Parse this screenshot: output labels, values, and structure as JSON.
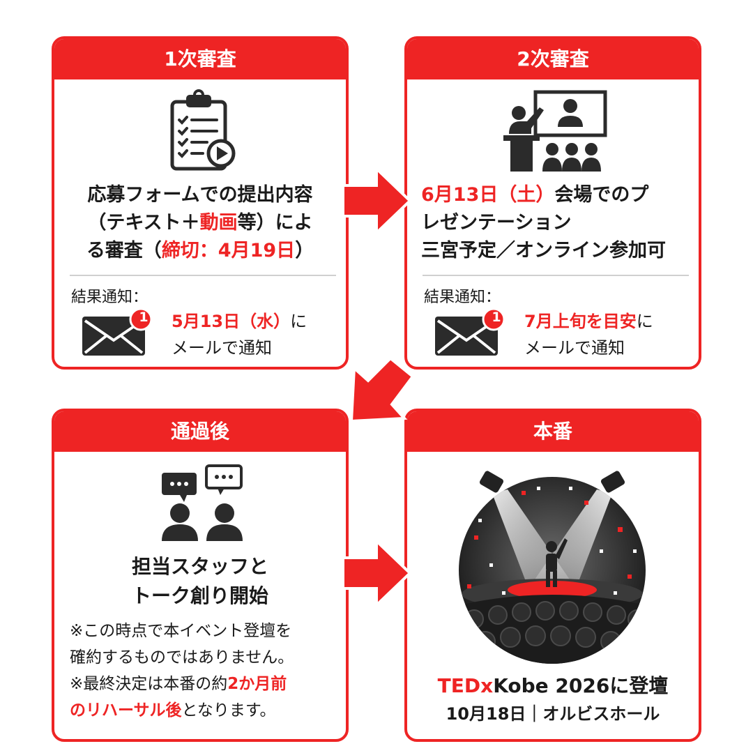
{
  "colors": {
    "accent": "#ee2424",
    "icon": "#2b2b2b",
    "divider": "#cfcfcf"
  },
  "step1": {
    "title": "1次審査",
    "icon": "clipboard-video-icon",
    "line1": "応募フォームでの提出内容",
    "line2_pre": "（テキスト＋",
    "line2_red": "動画",
    "line2_post": "等）によ",
    "line3_pre": "る審査（",
    "line3_red": "締切：4月19日",
    "line3_post": "）",
    "notice_label": "結果通知：",
    "mail_icon": "mail-badge-icon",
    "badge": "1",
    "notice_red": "5月13日（水）",
    "notice_post": "に",
    "notice_line2": "メールで通知"
  },
  "step2": {
    "title": "2次審査",
    "icon": "presentation-icon",
    "line1_red": "6月13日（土）",
    "line1_post": "会場でのプ",
    "line2": "レゼンテーション",
    "line3": "三宮予定／オンライン参加可",
    "notice_label": "結果通知：",
    "mail_icon": "mail-badge-icon",
    "badge": "1",
    "notice_red": "7月上旬を目安",
    "notice_post": "に",
    "notice_line2": "メールで通知"
  },
  "step3": {
    "title": "通過後",
    "icon": "chat-people-icon",
    "line1": "担当スタッフと",
    "line2": "トーク創り開始",
    "note1": "※この時点で本イベント登壇を",
    "note2": "確約するものではありません。",
    "note3_pre": "※最終決定は本番の約",
    "note3_red": "2か月前",
    "note4_red": "のリハーサル後",
    "note4_post": "となります。"
  },
  "step4": {
    "title": "本番",
    "icon": "stage-spotlight-icon",
    "event_red": "TEDx",
    "event_rest": "Kobe 2026に登壇",
    "date": "10月18日｜オルビスホール"
  }
}
